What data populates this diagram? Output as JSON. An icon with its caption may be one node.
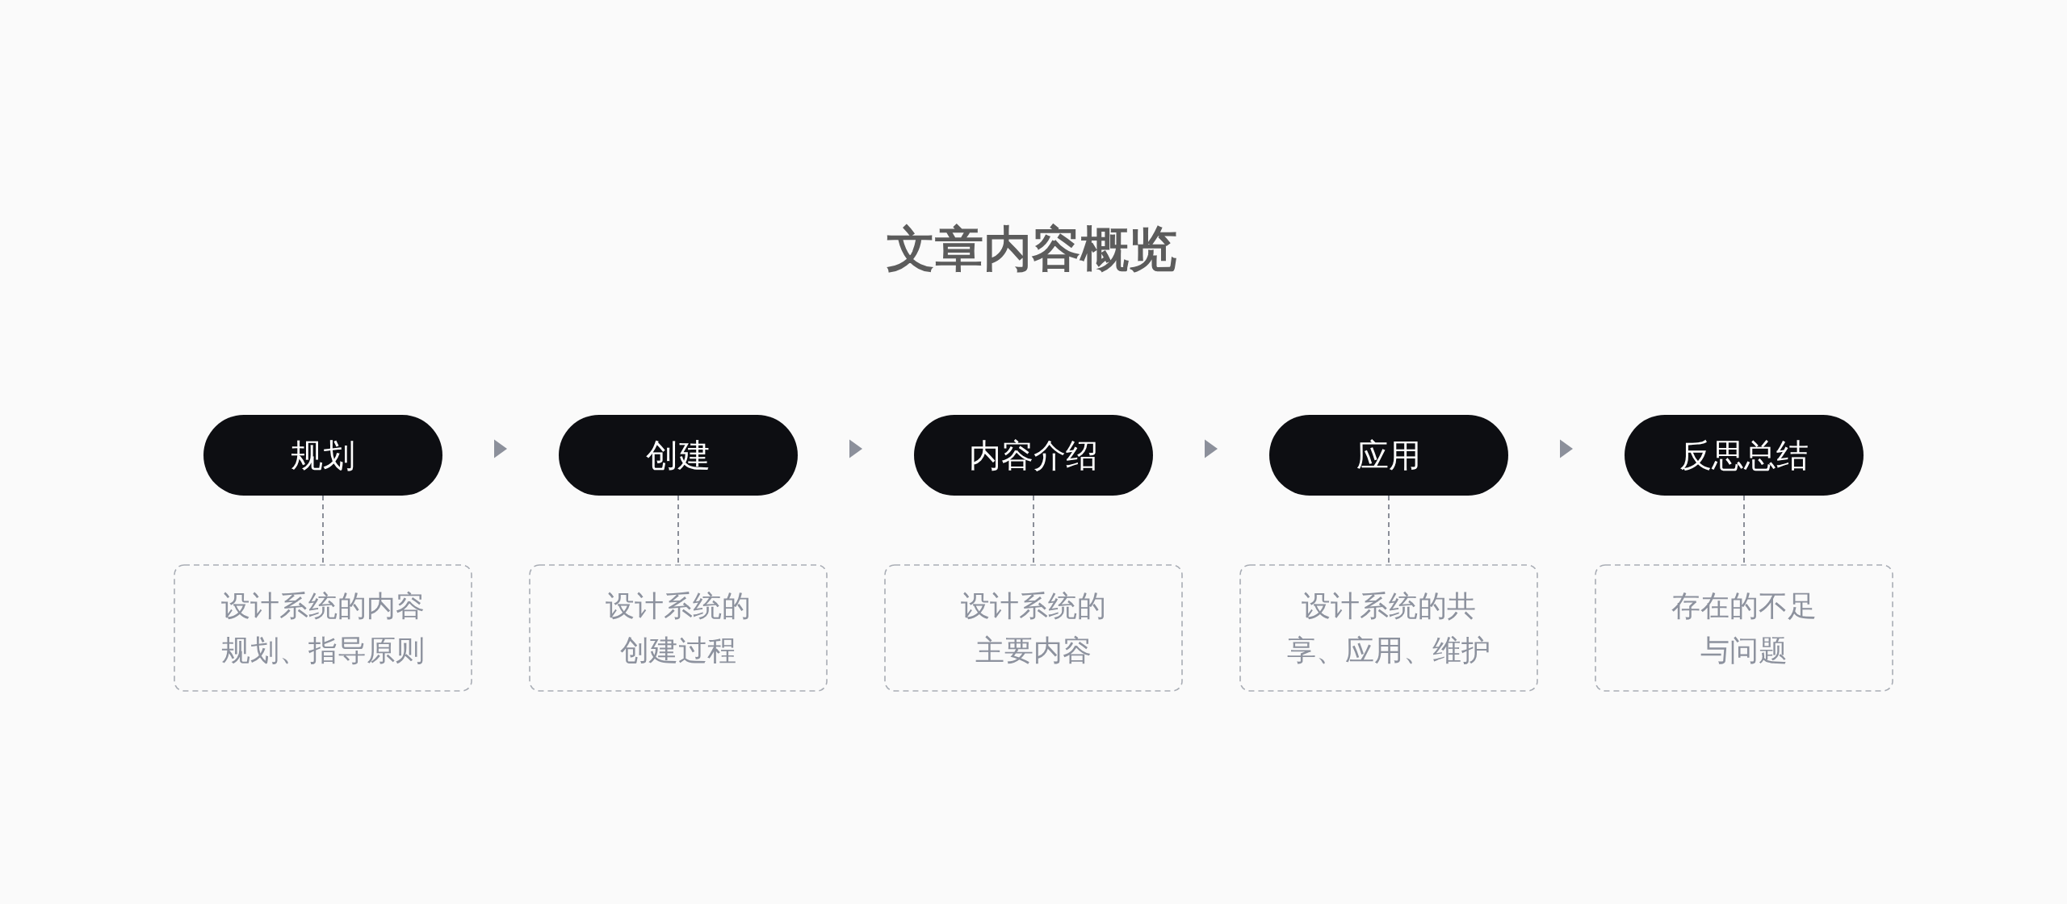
{
  "diagram": {
    "title": "文章内容概览",
    "nodes": [
      {
        "text": [
          "规划"
        ]
      },
      {
        "text": [
          "创建"
        ]
      },
      {
        "text": [
          "内容介绍"
        ]
      },
      {
        "text": [
          "应用"
        ]
      },
      {
        "text": [
          "反思总结"
        ]
      },
      {
        "text": [
          "设计系统的内容规划、指导原则"
        ]
      },
      {
        "text": [
          "设计系统的创建过程"
        ]
      },
      {
        "text": [
          "设计系统的主要内容"
        ]
      },
      {
        "text": [
          "设计系统的共享、应用、维护"
        ]
      },
      {
        "text": [
          "存在的不足与问题"
        ]
      }
    ],
    "edges": [
      {
        "from": 0,
        "to": 1,
        "arrow": "to"
      },
      {
        "from": 1,
        "to": 2,
        "arrow": "to"
      },
      {
        "from": 2,
        "to": 3,
        "arrow": "to"
      },
      {
        "from": 3,
        "to": 4,
        "arrow": "to"
      },
      {
        "from": 0,
        "to": 5,
        "arrow": "none",
        "style": "dashed"
      },
      {
        "from": 1,
        "to": 6,
        "arrow": "none",
        "style": "dashed"
      },
      {
        "from": 2,
        "to": 7,
        "arrow": "none",
        "style": "dashed"
      },
      {
        "from": 3,
        "to": 8,
        "arrow": "none",
        "style": "dashed"
      },
      {
        "from": 4,
        "to": 9,
        "arrow": "none",
        "style": "dashed"
      }
    ]
  }
}
